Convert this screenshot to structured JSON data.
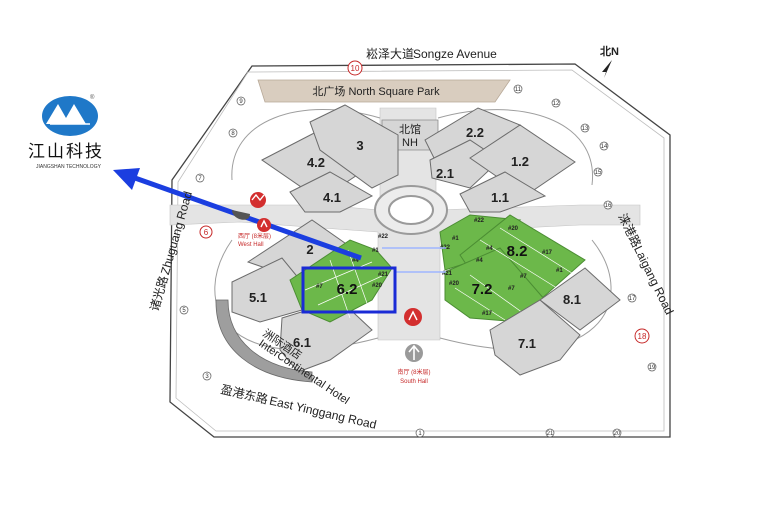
{
  "roads": {
    "north_cn": "崧泽大道",
    "north_en": "Songze Avenue",
    "north_num": "10",
    "east_cn": "涞港路",
    "east_en": "Laigang Road",
    "east_num": "18",
    "west_cn": "诸光路",
    "west_en": "Zhuguang Road",
    "west_num": "6",
    "south_cn": "盈港东路",
    "south_en": "East Yinggang Road"
  },
  "north_arrow": {
    "label": "北N"
  },
  "park": {
    "label": "北广场 North Square Park"
  },
  "logo": {
    "cn": "江山科技",
    "en": "JIANGSHAN TECHNOLOGY",
    "mark": "®"
  },
  "halls": {
    "h1_1": "1.1",
    "h1_2": "1.2",
    "h2_1": "2.1",
    "h2_2": "2.2",
    "h3": "3",
    "h4_1": "4.1",
    "h4_2": "4.2",
    "h5_1": "5.1",
    "h6_1": "6.1",
    "h6_2": "6.2",
    "h7_1": "7.1",
    "h7_2": "7.2",
    "h8_1": "8.1",
    "h8_2": "8.2",
    "h2": "2",
    "nh_cn": "北馆",
    "nh_en": "NH"
  },
  "west_hall": {
    "cn": "西厅 (8米层)",
    "en": "West Hall"
  },
  "south_hall": {
    "cn": "南厅 (8米层)",
    "en": "South Hall"
  },
  "hotel": {
    "label": "InterContinental Hotel",
    "cn": "洲际酒店"
  },
  "booths": {
    "b22a": "#22",
    "b4a": "#4",
    "b21a": "#21",
    "b20a": "#20",
    "b7a": "#7",
    "b1a": "#1",
    "b22b": "#22",
    "b20b": "#20",
    "b1b": "#1",
    "b22c": "#22",
    "b4b": "#4",
    "b17a": "#17",
    "b21b": "#21",
    "b4c": "#4",
    "b20c": "#20",
    "b7b": "#7",
    "b7c": "#7",
    "b17b": "#17",
    "b1c": "#1"
  },
  "gates": {
    "g1": "1",
    "g3": "3",
    "g5": "5",
    "g7": "7",
    "g8": "8",
    "g9": "9",
    "g11": "11",
    "g12": "12",
    "g13": "13",
    "g14": "14",
    "g15": "15",
    "g16": "16",
    "g17": "17",
    "g19": "19",
    "g20": "20",
    "g21": "21"
  },
  "colors": {
    "highlight": "#1a2bd6",
    "arrow": "#1b3ee0",
    "green": "#6cb84a",
    "hall_gray": "#d6d6d6",
    "road_red": "#c62828"
  }
}
